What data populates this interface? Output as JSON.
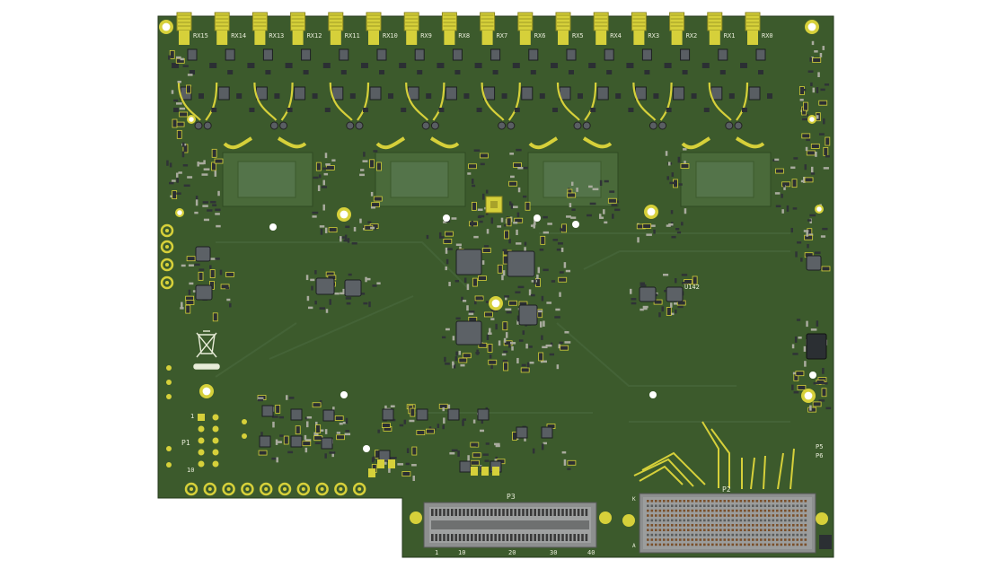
{
  "board": {
    "rx_labels": [
      "RX15",
      "RX14",
      "RX13",
      "RX12",
      "RX11",
      "RX10",
      "RX9",
      "RX8",
      "RX7",
      "RX6",
      "RX5",
      "RX4",
      "RX3",
      "RX2",
      "RX1",
      "RX0"
    ],
    "connector_p3": {
      "label": "P3",
      "pin_numbers": [
        "1",
        "10",
        "20",
        "30",
        "40"
      ]
    },
    "connector_p2": {
      "label": "P2",
      "row_letters": [
        "K",
        "A"
      ]
    },
    "labels": {
      "p1": "P1",
      "p1_pin1": "1",
      "p1_pin10": "10",
      "p5": "P5",
      "p6": "P6",
      "u142": "U142"
    },
    "colors": {
      "pcb": "#3c5a2c",
      "pcb_dark": "#33502a",
      "gold": "#d6d03a",
      "silk": "#e8ecd8",
      "component": "#2b2f33",
      "chip": "#595e63",
      "connector": "#8d8f8f"
    },
    "icons": [
      "weee-recycling-icon",
      "mounting-hole-icon",
      "sma-connector-icon"
    ]
  }
}
